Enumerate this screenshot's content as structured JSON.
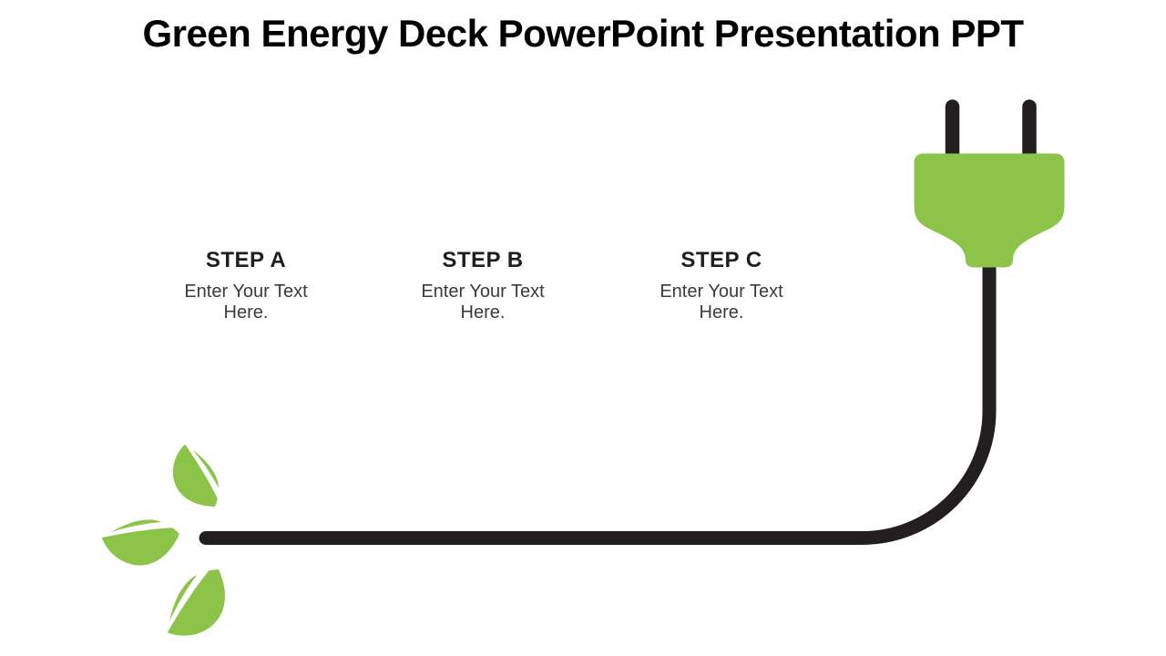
{
  "slide": {
    "title": "Green Energy Deck PowerPoint Presentation PPT",
    "steps": [
      {
        "label": "STEP A",
        "description": "Enter Your Text Here."
      },
      {
        "label": "STEP B",
        "description": "Enter Your Text Here."
      },
      {
        "label": "STEP C",
        "description": "Enter Your Text Here."
      }
    ],
    "graphic": {
      "icons": [
        "power-plug-icon",
        "plug-prong-icon",
        "power-cord",
        "leaf-icon"
      ],
      "colors": {
        "green": "#8CC44A",
        "cord_black": "#231F20",
        "vein_white": "#FFFFFF",
        "title_text": "#000000",
        "step_label_text": "#1F1F1F",
        "step_desc_text": "#3B3B3B",
        "background": "#FFFFFF"
      }
    }
  }
}
